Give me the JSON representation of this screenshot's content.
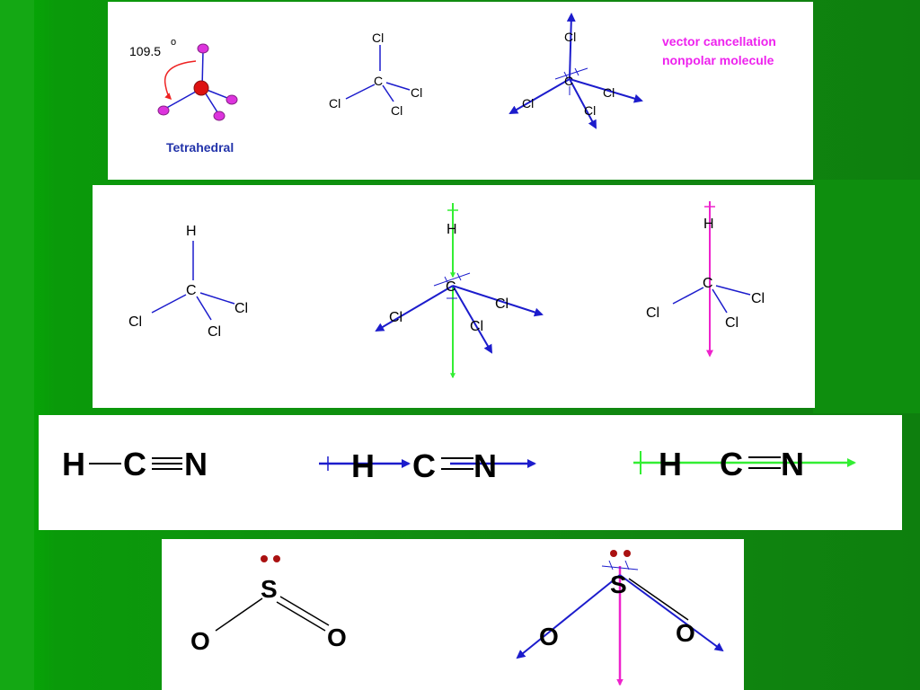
{
  "colors": {
    "background": "#118a11",
    "vector_blue": "#1c1ccc",
    "vector_green": "#33ee33",
    "vector_magenta": "#ee22cc",
    "atom_magenta": "#dd33dd",
    "atom_red": "#dd1111",
    "angle_arrow": "#ee2222",
    "lone_pair": "#aa1111",
    "note_magenta": "#ee22ee",
    "label_blue": "#2233aa"
  },
  "tetrahedral": {
    "angle": "109.5",
    "degree": "o",
    "caption": "Tetrahedral"
  },
  "ccl4": {
    "carbon": "C",
    "chlorine": "Cl"
  },
  "note": {
    "line1": "vector cancellation",
    "line2": "nonpolar molecule"
  },
  "chcl3": {
    "hydrogen": "H",
    "carbon": "C",
    "chlorine": "Cl"
  },
  "hcn": {
    "hydrogen": "H",
    "carbon": "C",
    "nitrogen": "N"
  },
  "so2": {
    "sulfur": "S",
    "oxygen": "O"
  }
}
